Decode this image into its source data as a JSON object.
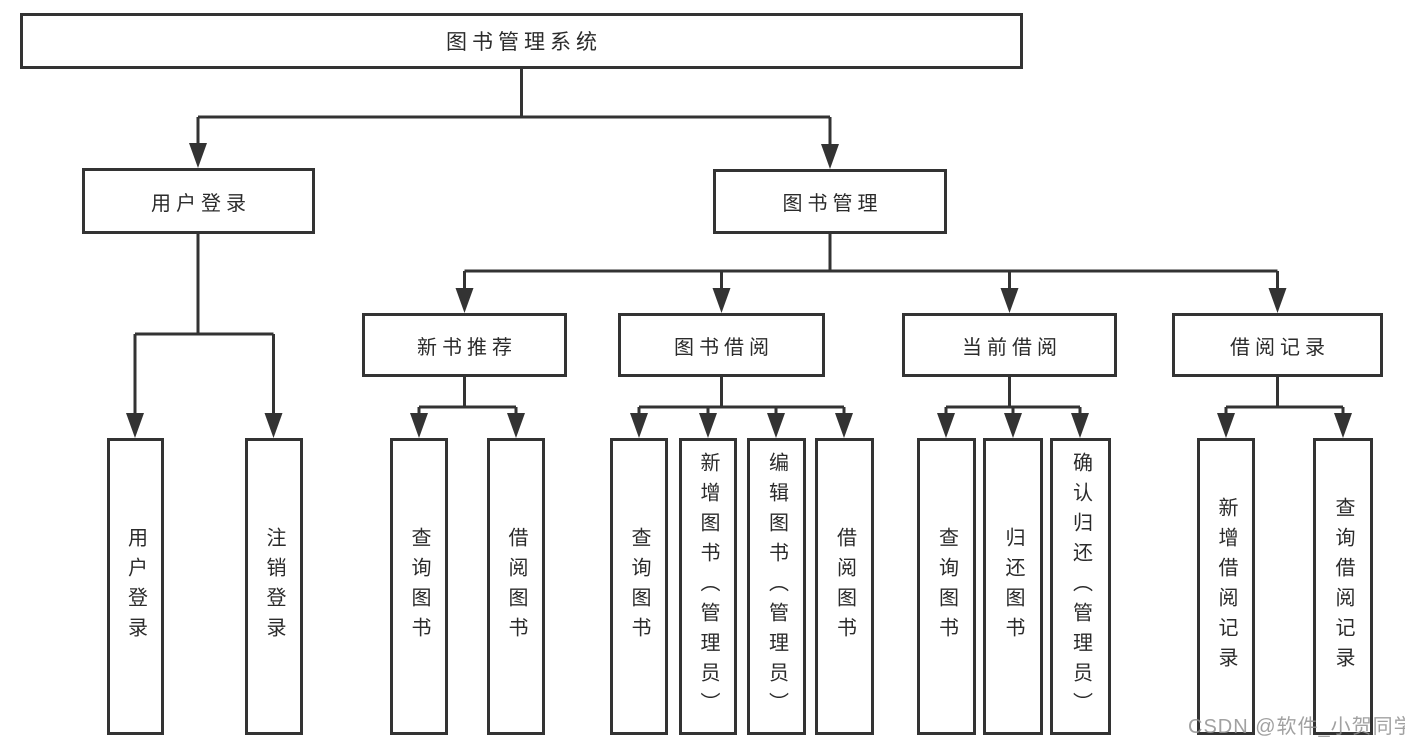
{
  "diagram_title": "图书管理系统",
  "nodes": {
    "root": {
      "label": "图书管理系统"
    },
    "user_login": {
      "label": "用户登录"
    },
    "book_mgmt": {
      "label": "图书管理"
    },
    "new_book_rec": {
      "label": "新书推荐"
    },
    "book_borrow": {
      "label": "图书借阅"
    },
    "current_borrow": {
      "label": "当前借阅"
    },
    "borrow_records": {
      "label": "借阅记录"
    },
    "leaf_user_login": {
      "label": "用户登录"
    },
    "leaf_logout": {
      "label": "注销登录"
    },
    "leaf_query_books_rec": {
      "label": "查询图书"
    },
    "leaf_borrow_books_rec": {
      "label": "借阅图书"
    },
    "leaf_query_books_borrow": {
      "label": "查询图书"
    },
    "leaf_add_book_admin": {
      "label": "新增图书（管理员）"
    },
    "leaf_edit_book_admin": {
      "label": "编辑图书（管理员）"
    },
    "leaf_borrow_books_borrow": {
      "label": "借阅图书"
    },
    "leaf_query_books_current": {
      "label": "查询图书"
    },
    "leaf_return_book": {
      "label": "归还图书"
    },
    "leaf_confirm_return_admin": {
      "label": "确认归还（管理员）"
    },
    "leaf_add_borrow_record": {
      "label": "新增借阅记录"
    },
    "leaf_query_borrow_record": {
      "label": "查询借阅记录"
    }
  },
  "edges": [
    {
      "from": "root",
      "to": [
        "user_login",
        "book_mgmt"
      ]
    },
    {
      "from": "user_login",
      "to": [
        "leaf_user_login",
        "leaf_logout"
      ]
    },
    {
      "from": "book_mgmt",
      "to": [
        "new_book_rec",
        "book_borrow",
        "current_borrow",
        "borrow_records"
      ]
    },
    {
      "from": "new_book_rec",
      "to": [
        "leaf_query_books_rec",
        "leaf_borrow_books_rec"
      ]
    },
    {
      "from": "book_borrow",
      "to": [
        "leaf_query_books_borrow",
        "leaf_add_book_admin",
        "leaf_edit_book_admin",
        "leaf_borrow_books_borrow"
      ]
    },
    {
      "from": "current_borrow",
      "to": [
        "leaf_query_books_current",
        "leaf_return_book",
        "leaf_confirm_return_admin"
      ]
    },
    {
      "from": "borrow_records",
      "to": [
        "leaf_add_borrow_record",
        "leaf_query_borrow_record"
      ]
    }
  ],
  "watermark": "CSDN @软件_小贺同学",
  "colors": {
    "line": "#333333",
    "box_border": "#333333",
    "box_fill": "#ffffff",
    "text": "#2b2b2b",
    "watermark": "#919191"
  }
}
